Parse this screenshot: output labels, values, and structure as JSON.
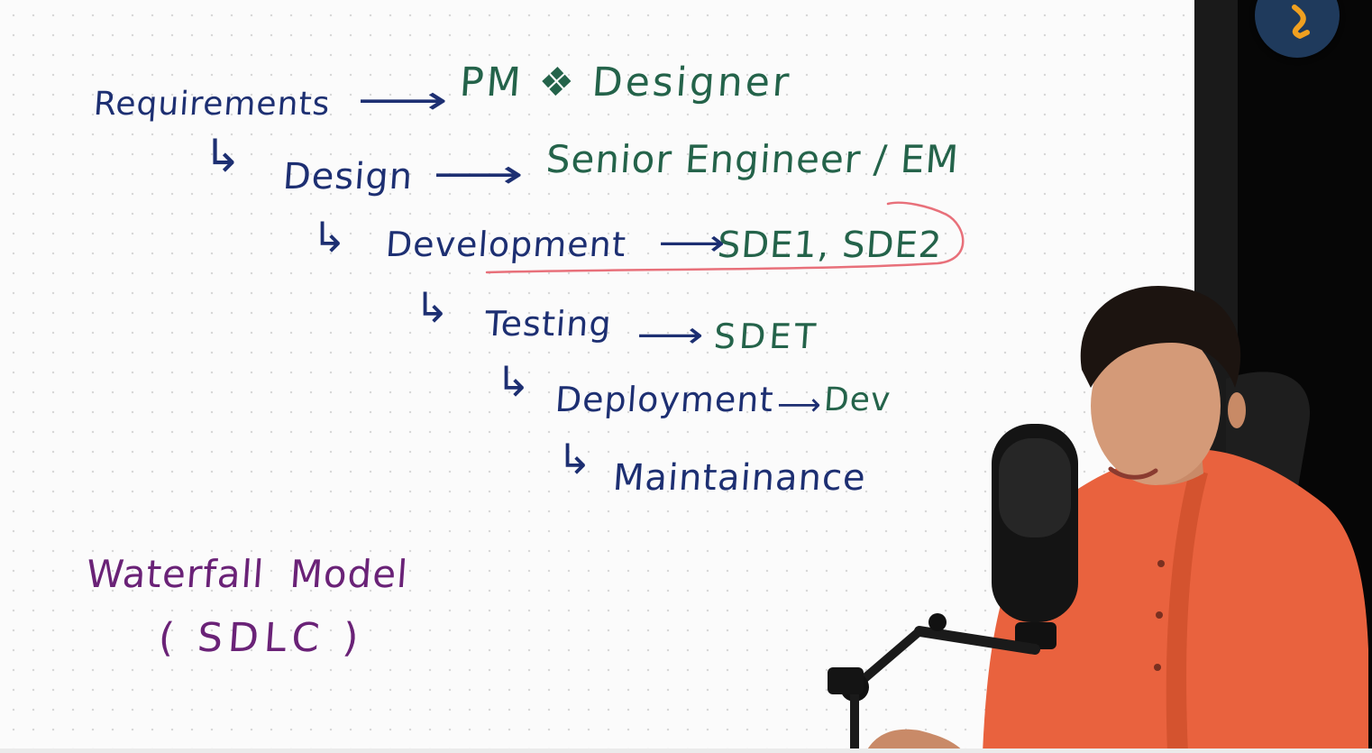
{
  "whiteboard": {
    "phases": [
      {
        "label": "Requirements",
        "role": "PM ❖ Designer"
      },
      {
        "label": "Design",
        "role": "Senior Engineer / EM"
      },
      {
        "label": "Development",
        "role": "SDE1, SDE2"
      },
      {
        "label": "Testing",
        "role": "SDET"
      },
      {
        "label": "Deployment",
        "role": "Dev"
      },
      {
        "label": "Maintainance",
        "role": ""
      }
    ],
    "model_title": "Waterfall  Model",
    "model_subtitle": "( SDLC )",
    "arrow_glyph": "⟶",
    "branch_glyph": "↳"
  },
  "colors": {
    "board_background": "#fbfbfb",
    "ink_blue": "#1d2f72",
    "ink_green": "#24634a",
    "ink_purple": "#6a2277",
    "highlight_red": "#e8707a",
    "side_panel": "#060606",
    "logo_badge": "#1f3a5c",
    "logo_mark": "#f0a020",
    "shirt": "#e9623e"
  },
  "icons": {
    "logo": "channel-logo-icon",
    "microphone": "microphone-icon"
  }
}
